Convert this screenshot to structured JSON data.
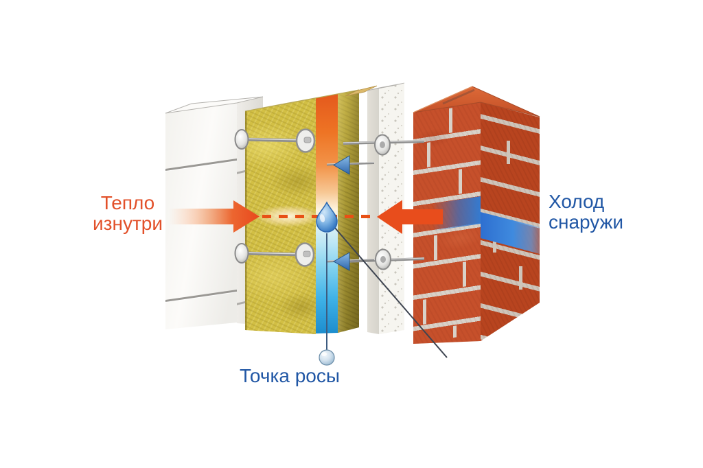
{
  "scene": {
    "background": "#ffffff",
    "labels": {
      "heat": {
        "line1": "Тепло",
        "line2": "изнутри",
        "color": "#e25029"
      },
      "cold": {
        "line1": "Холод",
        "line2": "снаружи",
        "color": "#2157a5"
      },
      "dew": {
        "text": "Точка росы",
        "color": "#2157a5"
      }
    },
    "colors": {
      "heat_arrow": "#e8481c",
      "cold_arrow": "#e84d1c",
      "dashed_heat_line": "#e85015",
      "cold_band_on_brick": "#3b82d8",
      "dew_drop": "#2a66b0",
      "brick": "#c6502b",
      "mortar": "#d9d2c9",
      "insulation_yellow": "#d2bf44",
      "insulation_hot_side": "#ee7424",
      "insulation_cold_side": "#2aa3e8",
      "white_block": "#f6f5f1"
    },
    "icons": {
      "heat_arrow": "right-arrow",
      "cold_arrow": "left-arrow",
      "vapor_arrow": "small-left-arrow",
      "dew_drop": "water-drop",
      "dew_marker": "sphere-pointer",
      "wall_anchor": "disc-anchor"
    }
  }
}
